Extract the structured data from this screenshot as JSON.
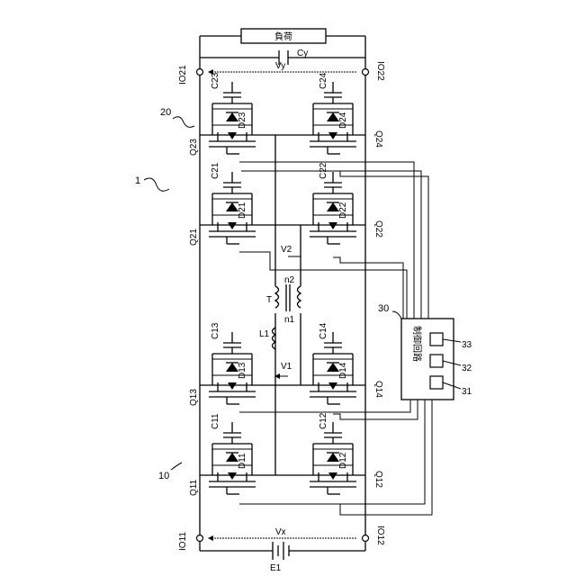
{
  "figure": {
    "ref_device": "1",
    "ref_primary": "10",
    "ref_secondary": "20",
    "ref_controller": "30",
    "ref_units": [
      "31",
      "32",
      "33"
    ],
    "controller_label": "制御回路",
    "load_label": "負荷",
    "terminals": {
      "io11": "IO11",
      "io12": "IO12",
      "io21": "IO21",
      "io22": "IO22"
    },
    "source": "E1",
    "capacitor_out": "Cy",
    "voltages": {
      "vx": "Vx",
      "vy": "Vy",
      "v1": "V1",
      "v2": "V2"
    },
    "inductor": "L1",
    "transformer": "T",
    "windings": {
      "n1": "n1",
      "n2": "n2"
    },
    "switches": {
      "q11": "Q11",
      "q12": "Q12",
      "q13": "Q13",
      "q14": "Q14",
      "q21": "Q21",
      "q22": "Q22",
      "q23": "Q23",
      "q24": "Q24"
    },
    "diodes": {
      "d11": "D11",
      "d12": "D12",
      "d13": "D13",
      "d14": "D14",
      "d21": "D21",
      "d22": "D22",
      "d23": "D23",
      "d24": "D24"
    },
    "capacitors": {
      "c11": "C11",
      "c12": "C12",
      "c13": "C13",
      "c14": "C14",
      "c21": "C21",
      "c22": "C22",
      "c23": "C23",
      "c24": "C24"
    }
  }
}
